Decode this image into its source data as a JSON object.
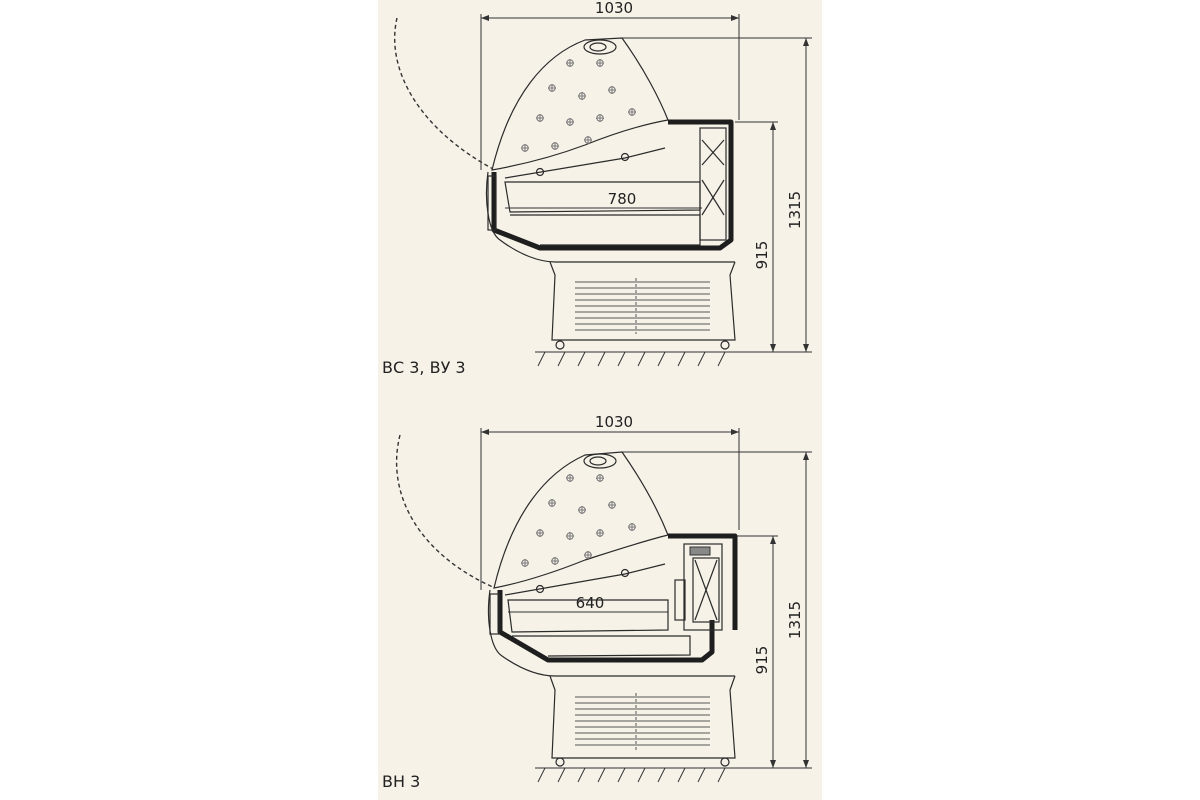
{
  "diagram_top": {
    "caption": "ВС 3, ВУ 3",
    "dim_width": "1030",
    "dim_height_total": "1315",
    "dim_height_counter": "915",
    "dim_depth": "780"
  },
  "diagram_bottom": {
    "caption": "ВН 3",
    "dim_width": "1030",
    "dim_height_total": "1315",
    "dim_height_counter": "915",
    "dim_depth": "640"
  }
}
